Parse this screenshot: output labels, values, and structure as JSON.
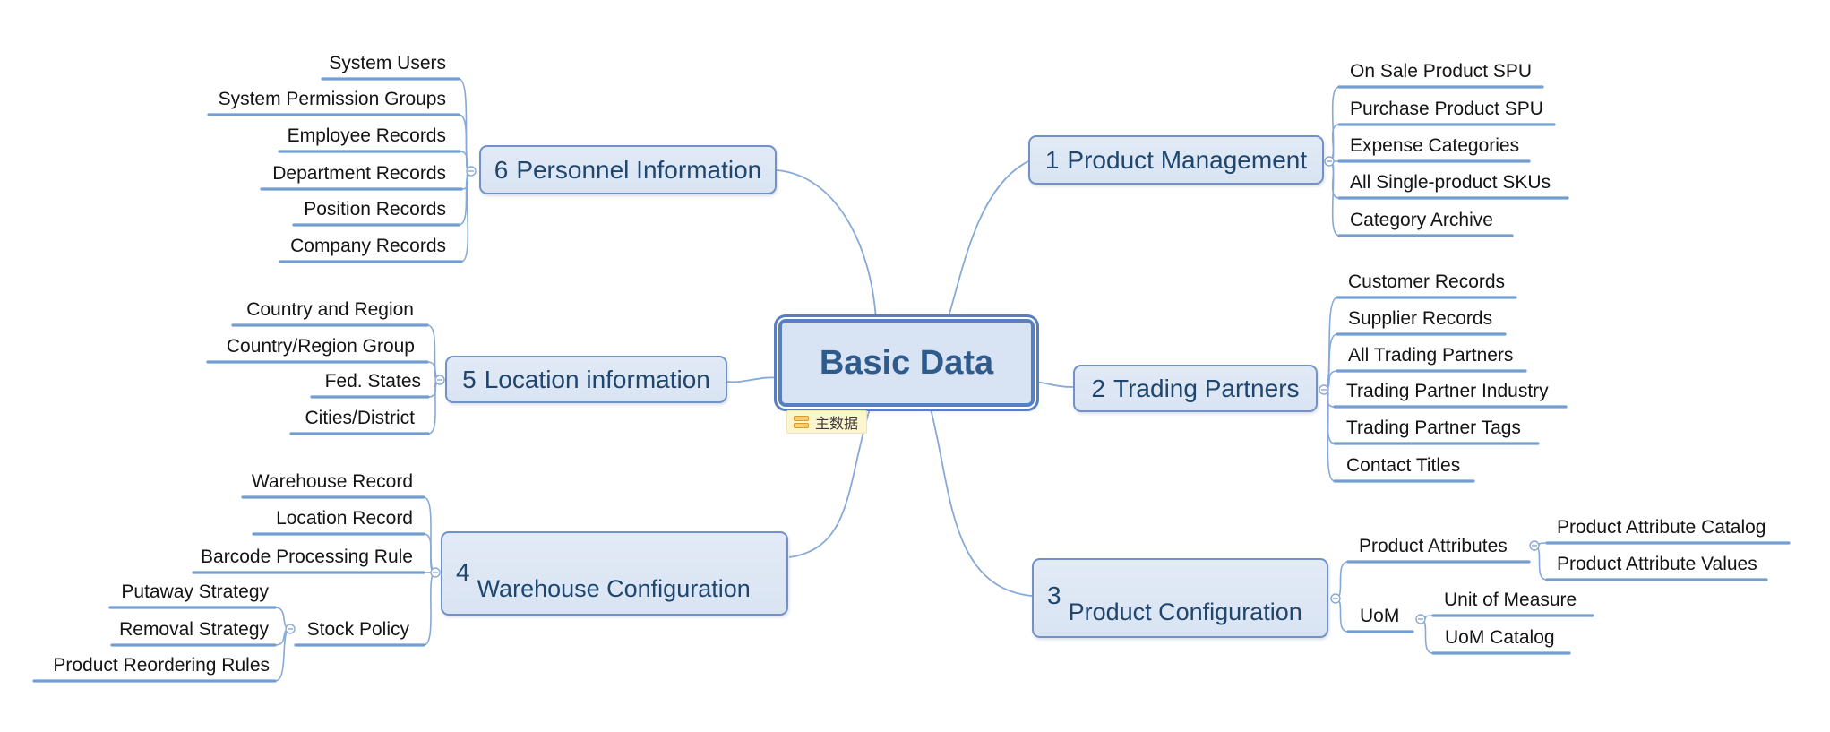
{
  "root": {
    "label": "Basic Data",
    "note_tag": "主数据"
  },
  "branches": [
    {
      "num": "1",
      "name": "Product Management",
      "children": [
        {
          "label": "On Sale Product SPU"
        },
        {
          "label": "Purchase Product SPU"
        },
        {
          "label": "Expense Categories"
        },
        {
          "label": "All Single-product SKUs"
        },
        {
          "label": "Category Archive"
        }
      ]
    },
    {
      "num": "2",
      "name": "Trading Partners",
      "children": [
        {
          "label": "Customer Records"
        },
        {
          "label": "Supplier Records"
        },
        {
          "label": "All Trading Partners"
        },
        {
          "label": "Trading Partner Industry"
        },
        {
          "label": "Trading Partner Tags"
        },
        {
          "label": "Contact Titles"
        }
      ]
    },
    {
      "num": "3",
      "name": "Product Configuration",
      "children": [
        {
          "label": "Product Attributes",
          "children": [
            {
              "label": "Product Attribute Catalog"
            },
            {
              "label": "Product Attribute Values"
            }
          ]
        },
        {
          "label": "UoM",
          "children": [
            {
              "label": "Unit of Measure"
            },
            {
              "label": "UoM Catalog"
            }
          ]
        }
      ]
    },
    {
      "num": "4",
      "name": "Warehouse Configuration",
      "children": [
        {
          "label": "Warehouse Record"
        },
        {
          "label": "Location Record"
        },
        {
          "label": "Barcode Processing Rule"
        },
        {
          "label": "Stock Policy",
          "children": [
            {
              "label": "Putaway Strategy"
            },
            {
              "label": "Removal Strategy"
            },
            {
              "label": "Product Reordering Rules"
            }
          ]
        }
      ]
    },
    {
      "num": "5",
      "name": "Location information",
      "children": [
        {
          "label": "Country and Region"
        },
        {
          "label": "Country/Region Group"
        },
        {
          "label": "Fed. States"
        },
        {
          "label": "Cities/District"
        }
      ]
    },
    {
      "num": "6",
      "name": "Personnel Information",
      "children": [
        {
          "label": "System Users"
        },
        {
          "label": "System Permission Groups"
        },
        {
          "label": "Employee Records"
        },
        {
          "label": "Department Records"
        },
        {
          "label": "Position Records"
        },
        {
          "label": "Company Records"
        }
      ]
    }
  ],
  "colors": {
    "topic_fill": "#dce6f4",
    "topic_border": "#7291c7",
    "root_border": "#587fc1",
    "root_text": "#2e5a8c",
    "main_text": "#1f466e",
    "child_text": "#141414",
    "underline": "#739ed2",
    "connector": "#86a9d7",
    "note_bg": "#fdf5cd",
    "note_icon": "#d99a34"
  }
}
